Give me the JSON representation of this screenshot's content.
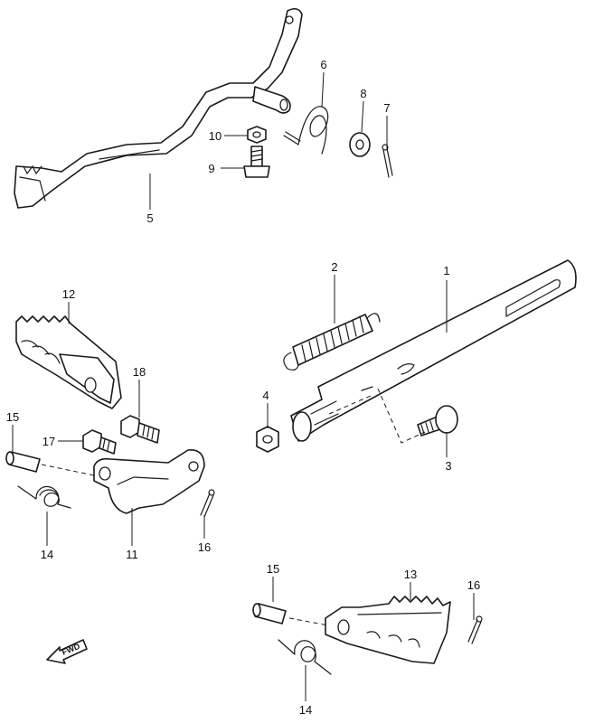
{
  "callouts": {
    "c1": "1",
    "c2": "2",
    "c3": "3",
    "c4": "4",
    "c5": "5",
    "c6": "6",
    "c7": "7",
    "c8": "8",
    "c9": "9",
    "c10": "10",
    "c11": "11",
    "c12": "12",
    "c13": "13",
    "c14a": "14",
    "c14b": "14",
    "c15a": "15",
    "c15b": "15",
    "c16a": "16",
    "c16b": "16",
    "c17": "17",
    "c18": "18"
  },
  "fwd_marker": {
    "text": "FWD"
  }
}
